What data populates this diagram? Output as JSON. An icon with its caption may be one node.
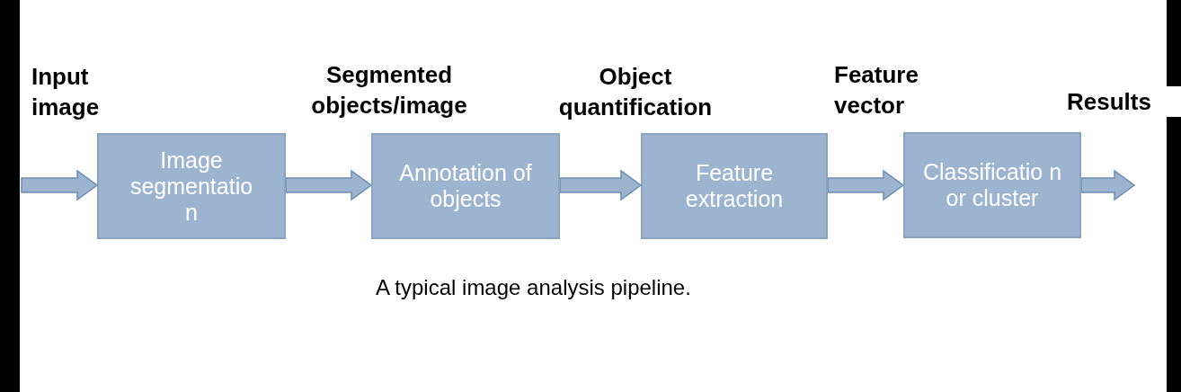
{
  "diagram": {
    "caption": "A typical image analysis pipeline.",
    "nodes": [
      {
        "text": [
          "Image segmentatio n"
        ]
      },
      {
        "text": [
          "Annotation of objects"
        ]
      },
      {
        "text": [
          "Feature extraction"
        ]
      },
      {
        "text": [
          "Classificatio n or cluster"
        ]
      }
    ],
    "edges": [
      {
        "from": null,
        "to": 0,
        "arrow": "to",
        "label": "Input image"
      },
      {
        "from": 0,
        "to": 1,
        "arrow": "to",
        "label": "Segmented objects/image"
      },
      {
        "from": 1,
        "to": 2,
        "arrow": "to",
        "label": "Object quantification"
      },
      {
        "from": 2,
        "to": 3,
        "arrow": "to",
        "label": "Feature vector"
      },
      {
        "from": 3,
        "to": null,
        "arrow": "to",
        "label": "Results"
      }
    ]
  }
}
